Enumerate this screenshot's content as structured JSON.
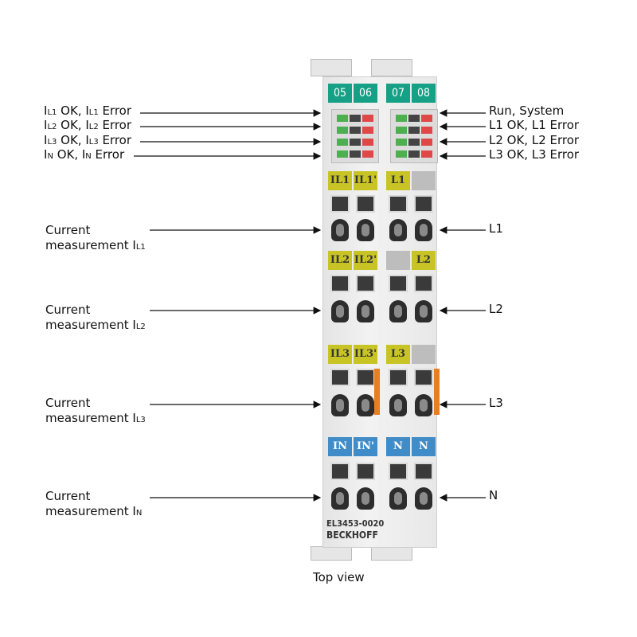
{
  "left_labels": [
    {
      "main": "I",
      "sub": "L1",
      "rest": " OK, I",
      "sub2": "L1",
      "rest2": " Error"
    },
    {
      "main": "I",
      "sub": "L2",
      "rest": " OK, I",
      "sub2": "L2",
      "rest2": " Error"
    },
    {
      "main": "I",
      "sub": "L3",
      "rest": " OK, I",
      "sub2": "L3",
      "rest2": " Error"
    },
    {
      "main": "I",
      "sub": "N",
      "rest": " OK, I",
      "sub2": "N",
      "rest2": " Error"
    }
  ],
  "right_labels": [
    "Run, System",
    "L1 OK, L1 Error",
    "L2 OK, L2 Error",
    "L3 OK, L3 Error"
  ],
  "current_labels": [
    {
      "line1": "Current",
      "line2": "measurement I",
      "sub": "L1"
    },
    {
      "line1": "Current",
      "line2": "measurement I",
      "sub": "L2"
    },
    {
      "line1": "Current",
      "line2": "measurement I",
      "sub": "L3"
    },
    {
      "line1": "Current",
      "line2": "measurement I",
      "sub": "N"
    }
  ],
  "phase_labels": [
    "L1",
    "L2",
    "L3",
    "N"
  ],
  "module": {
    "channels": [
      "05",
      "06",
      "07",
      "08"
    ],
    "tags_row1": [
      "IL1",
      "IL1'",
      "L1",
      ""
    ],
    "tags_row2": [
      "IL2",
      "IL2'",
      "",
      "L2"
    ],
    "tags_row3": [
      "IL3",
      "IL3'",
      "L3",
      ""
    ],
    "tags_row4": [
      "IN",
      "IN'",
      "N",
      "N"
    ],
    "model": "EL3453-0020",
    "brand": "BECKHOFF",
    "colors": {
      "green": "#16a085",
      "yellow": "#c9c426",
      "blue": "#3f8cc8",
      "orange": "#e67e22"
    }
  },
  "caption": "Top view"
}
